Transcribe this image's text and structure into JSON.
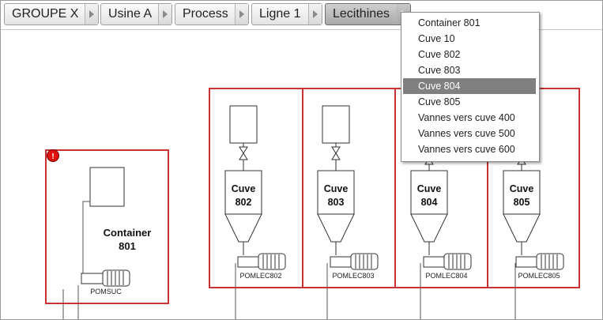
{
  "breadcrumb": {
    "items": [
      {
        "label": "GROUPE X"
      },
      {
        "label": "Usine A"
      },
      {
        "label": "Process"
      },
      {
        "label": "Ligne 1"
      },
      {
        "label": "Lecithines"
      }
    ]
  },
  "dropdown": {
    "options": [
      "Container 801",
      "Cuve 10",
      "Cuve 802",
      "Cuve 803",
      "Cuve 804",
      "Cuve 805",
      "Vannes vers cuve 400",
      "Vannes vers cuve 500",
      "Vannes vers cuve 600"
    ],
    "selected": "Cuve 804"
  },
  "container": {
    "title_line1": "Container",
    "title_line2": "801",
    "pump_label": "POMSUC",
    "alarm_badge": "!"
  },
  "tanks": [
    {
      "name_line1": "Cuve",
      "name_line2": "802",
      "pump_label": "POMLEC802",
      "valve": "open"
    },
    {
      "name_line1": "Cuve",
      "name_line2": "803",
      "pump_label": "POMLEC803",
      "valve": "open"
    },
    {
      "name_line1": "Cuve",
      "name_line2": "804",
      "pump_label": "POMLEC804",
      "valve": "closed"
    },
    {
      "name_line1": "Cuve",
      "name_line2": "805",
      "pump_label": "POMLEC805",
      "valve": "closed"
    }
  ],
  "colors": {
    "alarm_frame": "#c83232",
    "alarm_badge": "#e01010",
    "selected_item": "#808080"
  }
}
